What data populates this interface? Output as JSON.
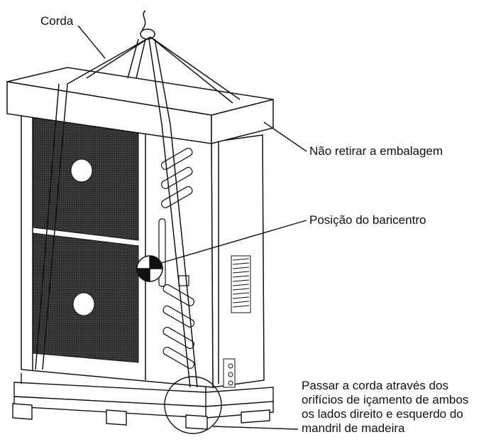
{
  "diagram": {
    "labels": {
      "rope": "Corda",
      "packaging": "Não retirar a embalagem",
      "center_of_gravity": "Posição do baricentro",
      "instruction_lines": [
        "Passar a corda através dos",
        "orifícios de içamento de ambos",
        "os lados direito e esquerdo do",
        "mandril de madeira"
      ]
    },
    "colors": {
      "line": "#111111",
      "fan": "#1a1a1a",
      "background": "#ffffff"
    }
  }
}
